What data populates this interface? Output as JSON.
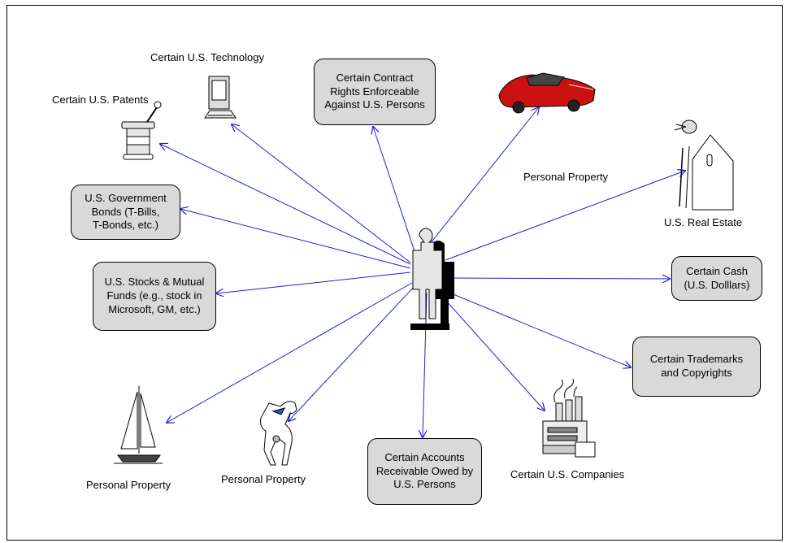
{
  "diagram": {
    "colors": {
      "arrow": "#1f1fd6",
      "box_fill": "#d9d9d9",
      "border": "#000000"
    },
    "center_icon": "person-silhouette-icon",
    "boxes": {
      "contract_rights": "Certain Contract\nRights Enforceable\nAgainst U.S. Persons",
      "gov_bonds": "U.S. Government\nBonds (T-Bills,\nT-Bonds, etc.)",
      "stocks": "U.S. Stocks & Mutual\nFunds (e.g., stock in\nMicrosoft, GM, etc.)",
      "cash": "Certain Cash\n(U.S. Dolllars)",
      "trademarks": "Certain Trademarks\nand Copyrights",
      "accounts": "Certain Accounts\nReceivable Owed by\nU.S. Persons"
    },
    "labels": {
      "technology": "Certain U.S. Technology",
      "patents": "Certain U.S. Patents",
      "car": "Personal Property",
      "real_estate": "U.S. Real Estate",
      "boat": "Personal Property",
      "horse": "Personal Property",
      "companies": "Certain U.S. Companies"
    },
    "icons": [
      "computer-icon",
      "mortar-pestle-icon",
      "car-icon",
      "house-icon",
      "sailboat-icon",
      "horse-icon",
      "factory-icon"
    ]
  }
}
